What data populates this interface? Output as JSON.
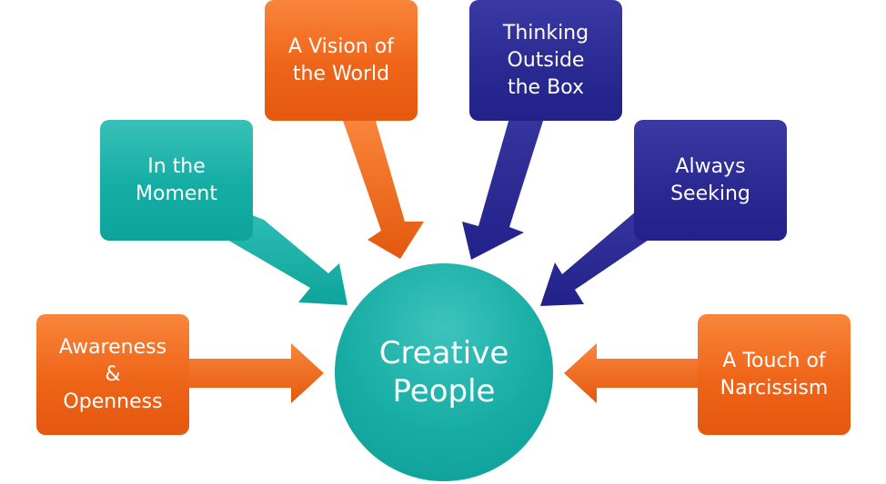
{
  "center": {
    "label": "Creative\nPeople",
    "color": "#16aca4"
  },
  "nodes": {
    "awareness": {
      "label": "Awareness\n&\nOpenness",
      "color": "#ee6418"
    },
    "in_the_moment": {
      "label": "In the\nMoment",
      "color": "#14ada4"
    },
    "vision": {
      "label": "A Vision of\nthe World",
      "color": "#ee6418"
    },
    "thinking": {
      "label": "Thinking\nOutside\nthe Box",
      "color": "#2b2a92"
    },
    "seeking": {
      "label": "Always\nSeeking",
      "color": "#2b2a92"
    },
    "narcissism": {
      "label": "A Touch of\nNarcissism",
      "color": "#ee6418"
    }
  },
  "colors": {
    "orange": "#ee6418",
    "teal": "#14ada4",
    "navy": "#2b2a92"
  }
}
